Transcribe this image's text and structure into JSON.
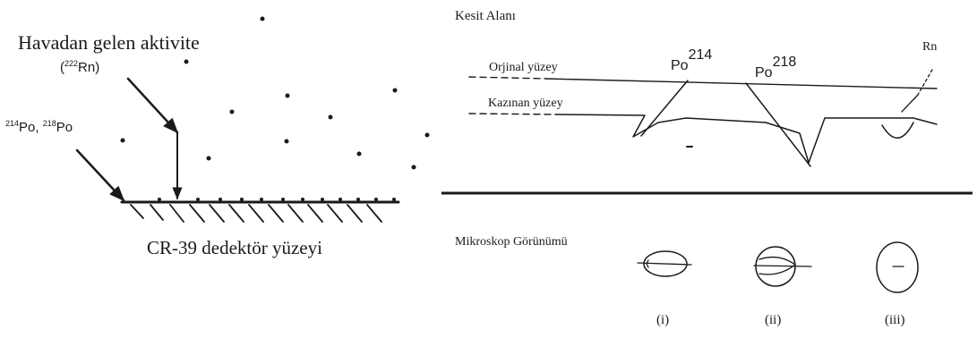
{
  "left_panel": {
    "airborne_activity_label": "Havadan gelen aktivite",
    "rn_source": {
      "open": "(",
      "mass": "222",
      "element": "Rn",
      "close": ")"
    },
    "po_sources": {
      "mass1": "214",
      "element1": "Po",
      "sep": ", ",
      "mass2": "218",
      "element2": "Po"
    },
    "detector_label": "CR-39 dedektör yüzeyi"
  },
  "right_panel": {
    "cross_section_title": "Kesit Alanı",
    "original_surface_label": "Orjinal yüzey",
    "etched_surface_label": "Kazınan yüzey",
    "po214": {
      "element": "Po",
      "mass": "214"
    },
    "po218": {
      "element": "Po",
      "mass": "218"
    },
    "rn_label": "Rn",
    "microscope_title": "Mikroskop Görünümü",
    "views": [
      {
        "label": "(i)"
      },
      {
        "label": "(ii)"
      },
      {
        "label": "(iii)"
      }
    ]
  },
  "colors": {
    "ink": "#1a1a1a",
    "background": "#ffffff"
  }
}
